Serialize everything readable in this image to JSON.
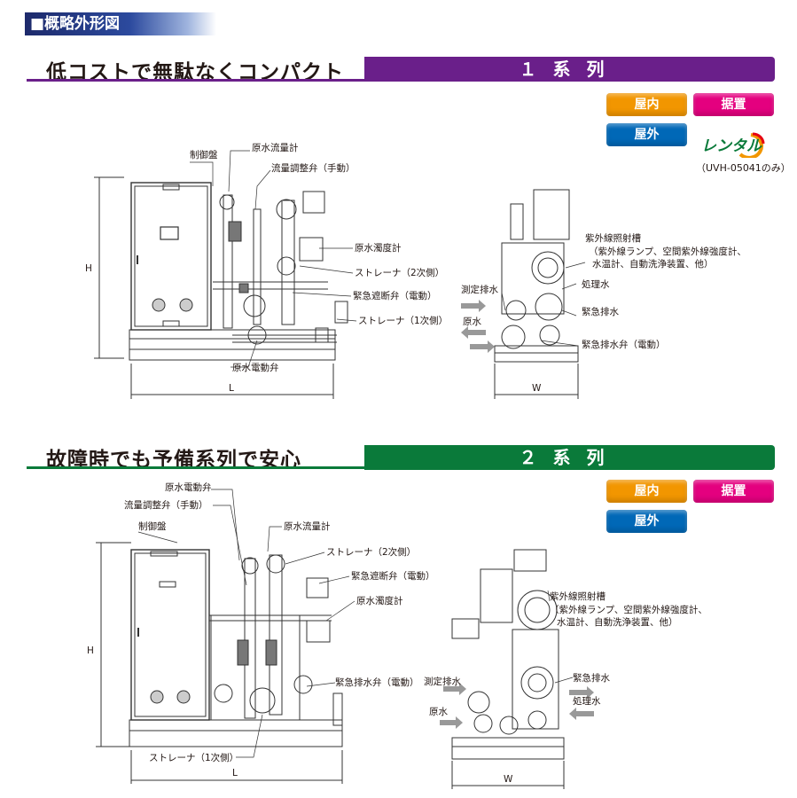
{
  "header": {
    "title": "■概略外形図"
  },
  "section1": {
    "title": "低コストで無駄なくコンパクト",
    "band": "１系列",
    "band_color": "#6a1f8a",
    "badges": {
      "indoor": "屋内",
      "stationary": "据置",
      "outdoor": "屋外"
    },
    "rental_logo": "レンタル",
    "rental_note": "（UVH-05041のみ）",
    "front_labels": {
      "control_panel": "制御盤",
      "flow_meter": "原水流量計",
      "flow_valve": "流量調整弁（手動）",
      "turbidity": "原水濁度計",
      "strainer2": "ストレーナ（2次側）",
      "emergency_valve": "緊急遮断弁（電動）",
      "strainer1": "ストレーナ（1次側）",
      "motor_valve": "原水電動弁",
      "dim_h": "H",
      "dim_l": "L"
    },
    "side_labels": {
      "uv_tank": "紫外線照射槽",
      "uv_tank_detail1": "（紫外線ランプ、空間紫外線強度計、",
      "uv_tank_detail2": "水温計、自動洗浄装置、他）",
      "treated": "処理水",
      "measure_drain": "測定排水",
      "raw": "原水",
      "emergency_drain": "緊急排水",
      "emergency_drain_valve": "緊急排水弁（電動）",
      "dim_w": "W"
    }
  },
  "section2": {
    "title": "故障時でも予備系列で安心",
    "band": "２系列",
    "band_color": "#0a7a3a",
    "badges": {
      "indoor": "屋内",
      "stationary": "据置",
      "outdoor": "屋外"
    },
    "front_labels": {
      "motor_valve": "原水電動弁",
      "flow_valve": "流量調整弁（手動）",
      "control_panel": "制御盤",
      "flow_meter": "原水流量計",
      "strainer2": "ストレーナ（2次側）",
      "emergency_valve": "緊急遮断弁（電動）",
      "turbidity": "原水濁度計",
      "emergency_drain_valve": "緊急排水弁（電動）",
      "strainer1": "ストレーナ（1次側）",
      "dim_h": "H",
      "dim_l": "L"
    },
    "side_labels": {
      "uv_tank": "紫外線照射槽",
      "uv_tank_detail1": "（紫外線ランプ、空間紫外線強度計、",
      "uv_tank_detail2": "水温計、自動洗浄装置、他）",
      "measure_drain": "測定排水",
      "emergency_drain": "緊急排水",
      "raw": "原水",
      "treated": "処理水",
      "dim_w": "W"
    }
  }
}
